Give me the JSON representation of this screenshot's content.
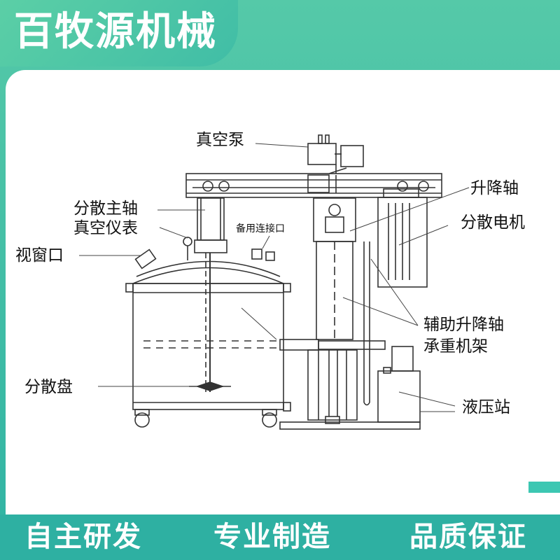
{
  "header": {
    "title": "百牧源机械"
  },
  "labels": {
    "vacuum_pump": "真空泵",
    "dispersion_main_shaft": "分散主轴",
    "vacuum_gauge": "真空仪表",
    "spare_port": "备用连接口",
    "sight_window": "视窗口",
    "lifting_shaft": "升降轴",
    "dispersion_motor": "分散电机",
    "aux_lifting_shaft": "辅助升降轴",
    "load_frame": "承重机架",
    "dispersion_disc": "分散盘",
    "hydraulic_station": "液压站"
  },
  "footer": {
    "item1": "自主研发",
    "item2": "专业制造",
    "item3": "品质保证"
  },
  "colors": {
    "brand": "#2eb0a2",
    "brand_light": "#55c9a8",
    "line": "#333333"
  }
}
